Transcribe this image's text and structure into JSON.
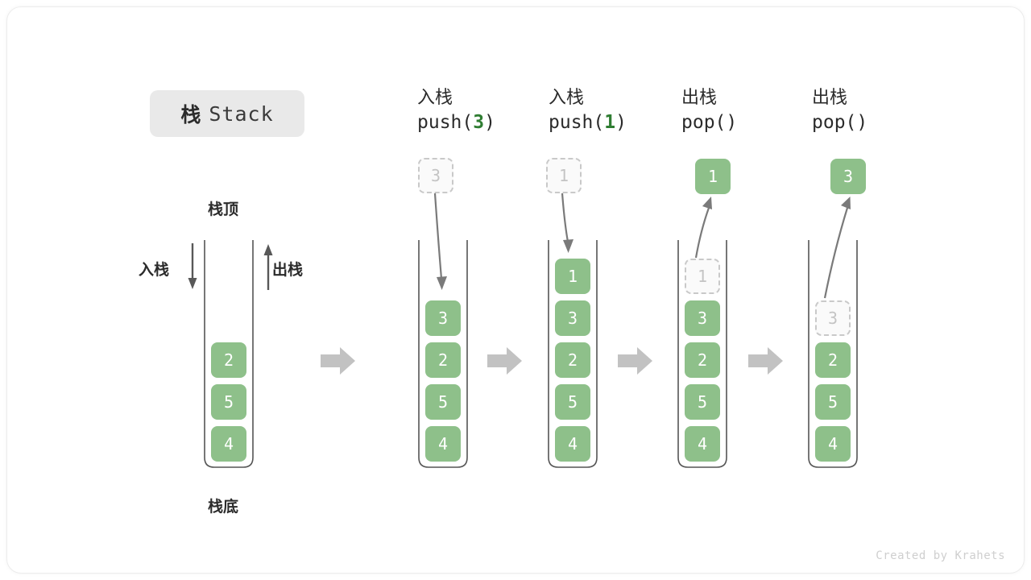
{
  "card": {
    "title_cn": "栈",
    "title_en": "Stack",
    "watermark": "Created by Krahets",
    "colors": {
      "cell_green": "#8EC08A",
      "ghost_fill": "#FAFAFA",
      "ghost_border": "#C9C9C9",
      "badge_bg": "#E9E9E9",
      "arrow_gray": "#C0C0C0",
      "line_gray": "#7A7A7A",
      "accent_green_text": "#2F7D32"
    }
  },
  "legend": {
    "top_label": "栈顶",
    "bottom_label": "栈底",
    "push_label": "入栈",
    "pop_label": "出栈",
    "push_icon": "arrow-down-icon",
    "pop_icon": "arrow-up-icon"
  },
  "operations": [
    {
      "cn": "入栈",
      "code_prefix": "push(",
      "arg": "3",
      "code_suffix": ")"
    },
    {
      "cn": "入栈",
      "code_prefix": "push(",
      "arg": "1",
      "code_suffix": ")"
    },
    {
      "cn": "出栈",
      "code_prefix": "pop(",
      "arg": "",
      "code_suffix": ")"
    },
    {
      "cn": "出栈",
      "code_prefix": "pop(",
      "arg": "",
      "code_suffix": ")"
    }
  ],
  "stacks": [
    {
      "name": "initial-stack",
      "cells": [
        {
          "value": "2",
          "state": "solid"
        },
        {
          "value": "5",
          "state": "solid"
        },
        {
          "value": "4",
          "state": "solid"
        }
      ],
      "floating": null
    },
    {
      "name": "after-push-3",
      "cells": [
        {
          "value": "3",
          "state": "solid"
        },
        {
          "value": "2",
          "state": "solid"
        },
        {
          "value": "5",
          "state": "solid"
        },
        {
          "value": "4",
          "state": "solid"
        }
      ],
      "floating": {
        "value": "3",
        "state": "ghost"
      }
    },
    {
      "name": "after-push-1",
      "cells": [
        {
          "value": "1",
          "state": "solid"
        },
        {
          "value": "3",
          "state": "solid"
        },
        {
          "value": "2",
          "state": "solid"
        },
        {
          "value": "5",
          "state": "solid"
        },
        {
          "value": "4",
          "state": "solid"
        }
      ],
      "floating": {
        "value": "1",
        "state": "ghost"
      }
    },
    {
      "name": "after-pop-1",
      "cells": [
        {
          "value": "1",
          "state": "ghost"
        },
        {
          "value": "3",
          "state": "solid"
        },
        {
          "value": "2",
          "state": "solid"
        },
        {
          "value": "5",
          "state": "solid"
        },
        {
          "value": "4",
          "state": "solid"
        }
      ],
      "floating": {
        "value": "1",
        "state": "solid"
      }
    },
    {
      "name": "after-pop-3",
      "cells": [
        {
          "value": "3",
          "state": "ghost"
        },
        {
          "value": "2",
          "state": "solid"
        },
        {
          "value": "5",
          "state": "solid"
        },
        {
          "value": "4",
          "state": "solid"
        }
      ],
      "floating": {
        "value": "3",
        "state": "solid"
      }
    }
  ],
  "flow_arrow_icon": "arrow-right-block-icon"
}
